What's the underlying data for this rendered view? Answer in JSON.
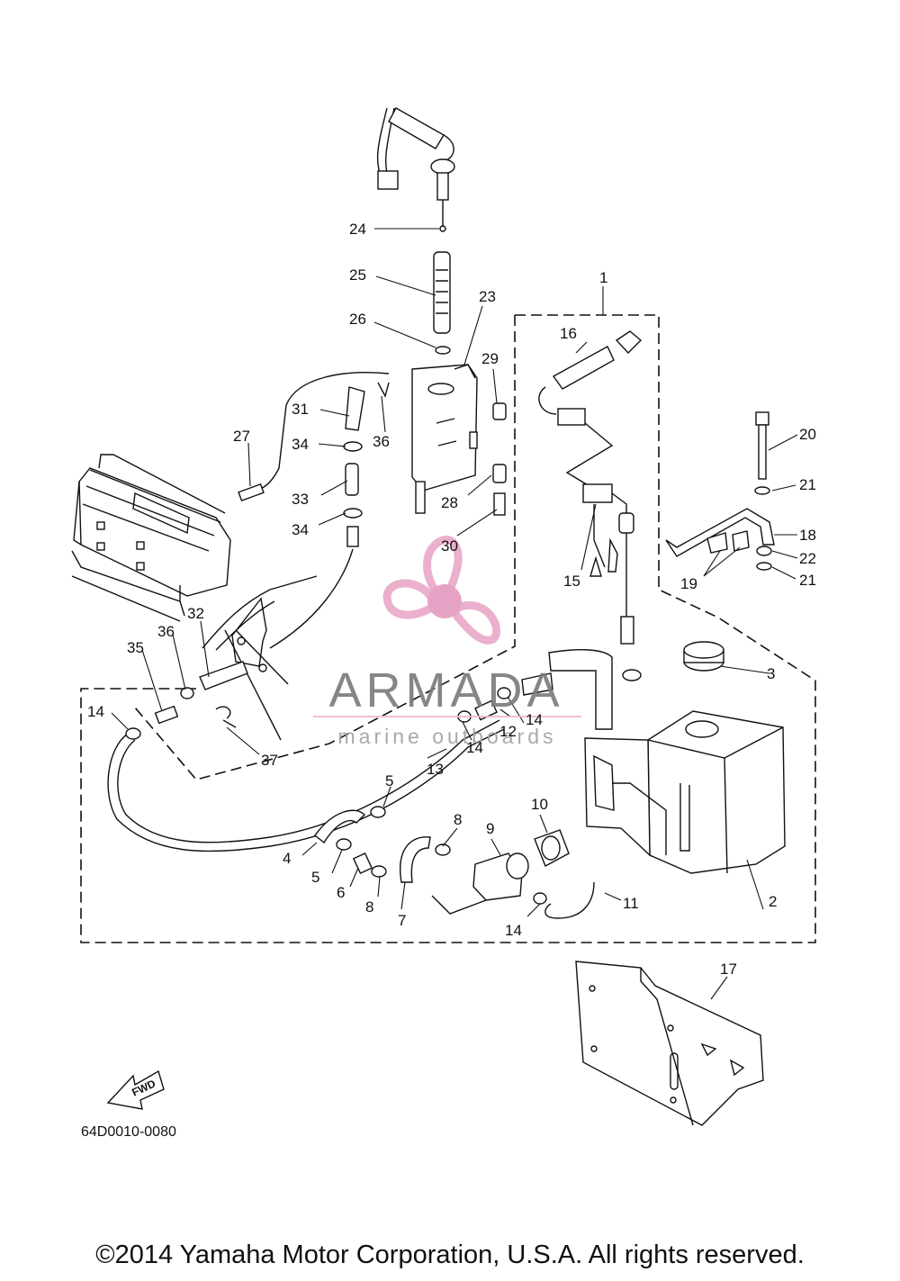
{
  "diagram": {
    "part_numbers": [
      "1",
      "2",
      "3",
      "4",
      "5",
      "5",
      "6",
      "7",
      "8",
      "8",
      "9",
      "10",
      "11",
      "12",
      "13",
      "14",
      "14",
      "14",
      "14",
      "15",
      "16",
      "17",
      "18",
      "19",
      "20",
      "21",
      "21",
      "22",
      "23",
      "24",
      "25",
      "26",
      "27",
      "28",
      "29",
      "30",
      "31",
      "32",
      "33",
      "34",
      "34",
      "35",
      "36",
      "36",
      "37"
    ],
    "fwd_arrow_label": "FWD",
    "drawing_code": "64D0010-0080"
  },
  "watermark": {
    "title": "ARMADA",
    "subtitle": "marine outboards",
    "colors": {
      "logo": "#e8a8c8",
      "logo_hub": "#e498bf",
      "text": "#7a7a7a",
      "underline": "#f0b8d0"
    }
  },
  "footer": {
    "copyright": "©2014 Yamaha Motor Corporation, U.S.A. All rights reserved."
  }
}
